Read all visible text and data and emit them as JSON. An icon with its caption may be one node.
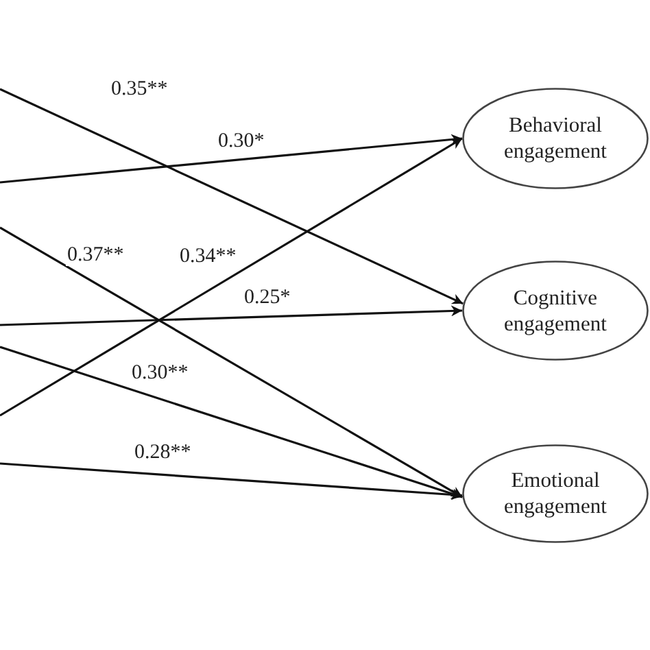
{
  "diagram": {
    "nodes": [
      {
        "text": [
          "Behavioral engagement"
        ]
      },
      {
        "text": [
          "Cognitive engagement"
        ]
      },
      {
        "text": [
          "Emotional engagement"
        ]
      }
    ],
    "edges": [
      {
        "from": null,
        "to": 1,
        "arrow": "to",
        "label": "0.35**"
      },
      {
        "from": null,
        "to": 0,
        "arrow": "to",
        "label": "0.30*"
      },
      {
        "from": null,
        "to": 2,
        "arrow": "to",
        "label": "0.37**"
      },
      {
        "from": null,
        "to": 0,
        "arrow": "to",
        "label": "0.34**"
      },
      {
        "from": null,
        "to": 1,
        "arrow": "to",
        "label": "0.25*"
      },
      {
        "from": null,
        "to": 2,
        "arrow": "to",
        "label": "0.30**"
      },
      {
        "from": null,
        "to": 2,
        "arrow": "to",
        "label": "0.28**"
      }
    ]
  }
}
